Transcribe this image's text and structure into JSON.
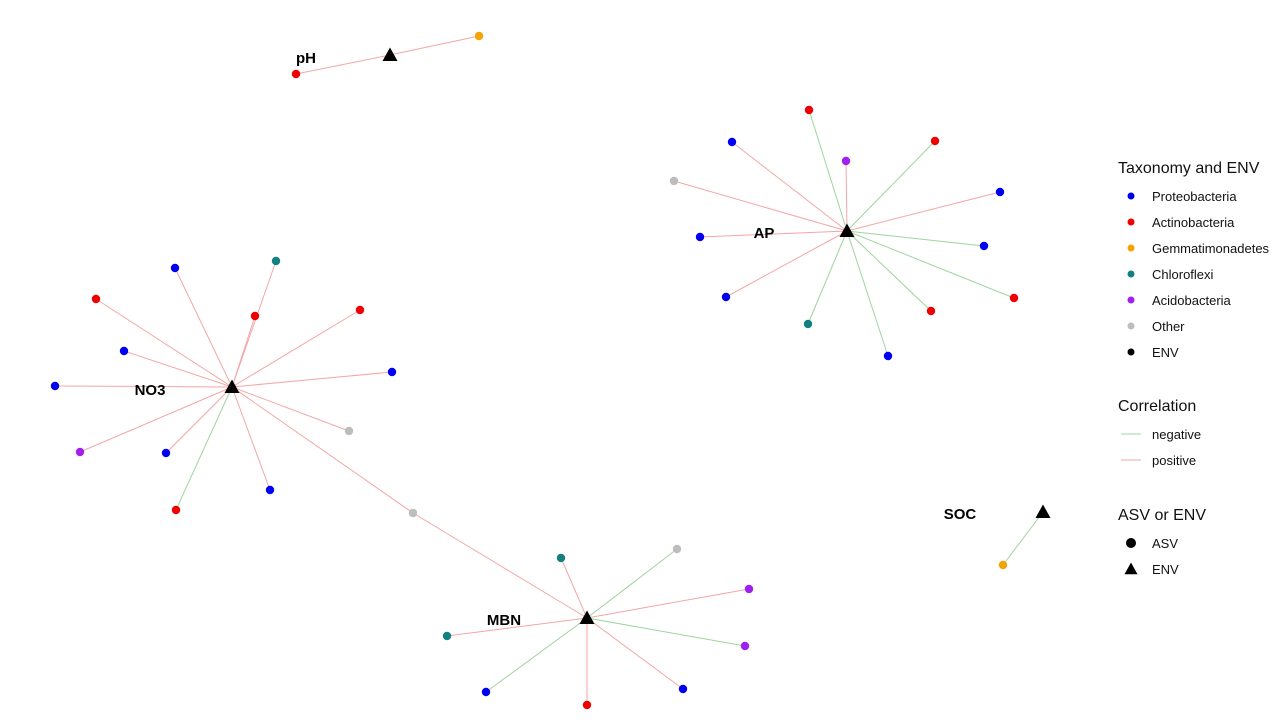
{
  "colors": {
    "Proteobacteria": "#0000ee",
    "Actinobacteria": "#ee0000",
    "Gemmatimonadetes": "#f5a300",
    "Chloroflexi": "#118080",
    "Acidobacteria": "#a020f0",
    "Other": "#bdbdbd",
    "ENV": "#000000",
    "negative": "#9fd49f",
    "positive": "#f4a6a6"
  },
  "env_nodes": [
    {
      "id": "pH",
      "label": "pH"
    },
    {
      "id": "AP",
      "label": "AP"
    },
    {
      "id": "NO3",
      "label": "NO3"
    },
    {
      "id": "SOC",
      "label": "SOC"
    },
    {
      "id": "MBN",
      "label": "MBN"
    }
  ],
  "asv_nodes": [
    {
      "id": "ph1",
      "taxon": "Actinobacteria",
      "edges": [
        {
          "env": "pH",
          "sign": "positive"
        }
      ]
    },
    {
      "id": "ph2",
      "taxon": "Gemmatimonadetes",
      "edges": [
        {
          "env": "pH",
          "sign": "positive"
        }
      ]
    },
    {
      "id": "ap1",
      "taxon": "Actinobacteria",
      "edges": [
        {
          "env": "AP",
          "sign": "negative"
        }
      ]
    },
    {
      "id": "ap2",
      "taxon": "Proteobacteria",
      "edges": [
        {
          "env": "AP",
          "sign": "positive"
        }
      ]
    },
    {
      "id": "ap3",
      "taxon": "Acidobacteria",
      "edges": [
        {
          "env": "AP",
          "sign": "positive"
        }
      ]
    },
    {
      "id": "ap4",
      "taxon": "Actinobacteria",
      "edges": [
        {
          "env": "AP",
          "sign": "negative"
        }
      ]
    },
    {
      "id": "ap5",
      "taxon": "Other",
      "edges": [
        {
          "env": "AP",
          "sign": "positive"
        }
      ]
    },
    {
      "id": "ap6",
      "taxon": "Proteobacteria",
      "edges": [
        {
          "env": "AP",
          "sign": "positive"
        }
      ]
    },
    {
      "id": "ap7",
      "taxon": "Proteobacteria",
      "edges": [
        {
          "env": "AP",
          "sign": "positive"
        }
      ]
    },
    {
      "id": "ap8",
      "taxon": "Proteobacteria",
      "edges": [
        {
          "env": "AP",
          "sign": "negative"
        }
      ]
    },
    {
      "id": "ap9",
      "taxon": "Proteobacteria",
      "edges": [
        {
          "env": "AP",
          "sign": "positive"
        }
      ]
    },
    {
      "id": "ap10",
      "taxon": "Actinobacteria",
      "edges": [
        {
          "env": "AP",
          "sign": "negative"
        }
      ]
    },
    {
      "id": "ap11",
      "taxon": "Chloroflexi",
      "edges": [
        {
          "env": "AP",
          "sign": "negative"
        }
      ]
    },
    {
      "id": "ap12",
      "taxon": "Actinobacteria",
      "edges": [
        {
          "env": "AP",
          "sign": "negative"
        }
      ]
    },
    {
      "id": "ap13",
      "taxon": "Proteobacteria",
      "edges": [
        {
          "env": "AP",
          "sign": "negative"
        }
      ]
    },
    {
      "id": "no1",
      "taxon": "Proteobacteria",
      "edges": [
        {
          "env": "NO3",
          "sign": "positive"
        }
      ]
    },
    {
      "id": "no2",
      "taxon": "Chloroflexi",
      "edges": [
        {
          "env": "NO3",
          "sign": "positive"
        }
      ]
    },
    {
      "id": "no3",
      "taxon": "Actinobacteria",
      "edges": [
        {
          "env": "NO3",
          "sign": "positive"
        }
      ]
    },
    {
      "id": "no4",
      "taxon": "Actinobacteria",
      "edges": [
        {
          "env": "NO3",
          "sign": "positive"
        }
      ]
    },
    {
      "id": "no5",
      "taxon": "Actinobacteria",
      "edges": [
        {
          "env": "NO3",
          "sign": "positive"
        }
      ]
    },
    {
      "id": "no6",
      "taxon": "Proteobacteria",
      "edges": [
        {
          "env": "NO3",
          "sign": "positive"
        }
      ]
    },
    {
      "id": "no7",
      "taxon": "Proteobacteria",
      "edges": [
        {
          "env": "NO3",
          "sign": "positive"
        }
      ]
    },
    {
      "id": "no8",
      "taxon": "Proteobacteria",
      "edges": [
        {
          "env": "NO3",
          "sign": "positive"
        }
      ]
    },
    {
      "id": "no9",
      "taxon": "Other",
      "edges": [
        {
          "env": "NO3",
          "sign": "positive"
        }
      ]
    },
    {
      "id": "no10",
      "taxon": "Acidobacteria",
      "edges": [
        {
          "env": "NO3",
          "sign": "positive"
        }
      ]
    },
    {
      "id": "no11",
      "taxon": "Proteobacteria",
      "edges": [
        {
          "env": "NO3",
          "sign": "positive"
        }
      ]
    },
    {
      "id": "no12",
      "taxon": "Proteobacteria",
      "edges": [
        {
          "env": "NO3",
          "sign": "positive"
        }
      ]
    },
    {
      "id": "no13",
      "taxon": "Actinobacteria",
      "edges": [
        {
          "env": "NO3",
          "sign": "negative"
        }
      ]
    },
    {
      "id": "br1",
      "taxon": "Other",
      "edges": [
        {
          "env": "NO3",
          "sign": "positive"
        },
        {
          "env": "MBN",
          "sign": "positive"
        }
      ]
    },
    {
      "id": "so1",
      "taxon": "Gemmatimonadetes",
      "edges": [
        {
          "env": "SOC",
          "sign": "negative"
        }
      ]
    },
    {
      "id": "mb1",
      "taxon": "Chloroflexi",
      "edges": [
        {
          "env": "MBN",
          "sign": "positive"
        }
      ]
    },
    {
      "id": "mb2",
      "taxon": "Other",
      "edges": [
        {
          "env": "MBN",
          "sign": "negative"
        }
      ]
    },
    {
      "id": "mb3",
      "taxon": "Acidobacteria",
      "edges": [
        {
          "env": "MBN",
          "sign": "positive"
        }
      ]
    },
    {
      "id": "mb4",
      "taxon": "Chloroflexi",
      "edges": [
        {
          "env": "MBN",
          "sign": "positive"
        }
      ]
    },
    {
      "id": "mb5",
      "taxon": "Acidobacteria",
      "edges": [
        {
          "env": "MBN",
          "sign": "negative"
        }
      ]
    },
    {
      "id": "mb6",
      "taxon": "Proteobacteria",
      "edges": [
        {
          "env": "MBN",
          "sign": "negative"
        }
      ]
    },
    {
      "id": "mb7",
      "taxon": "Actinobacteria",
      "edges": [
        {
          "env": "MBN",
          "sign": "positive"
        }
      ]
    },
    {
      "id": "mb8",
      "taxon": "Proteobacteria",
      "edges": [
        {
          "env": "MBN",
          "sign": "positive"
        }
      ]
    }
  ],
  "legend": {
    "taxonomy": {
      "title": "Taxonomy and ENV",
      "items": [
        {
          "key": "Proteobacteria",
          "label": "Proteobacteria"
        },
        {
          "key": "Actinobacteria",
          "label": "Actinobacteria"
        },
        {
          "key": "Gemmatimonadetes",
          "label": "Gemmatimonadetes"
        },
        {
          "key": "Chloroflexi",
          "label": "Chloroflexi"
        },
        {
          "key": "Acidobacteria",
          "label": "Acidobacteria"
        },
        {
          "key": "Other",
          "label": "Other"
        },
        {
          "key": "ENV",
          "label": "ENV"
        }
      ]
    },
    "correlation": {
      "title": "Correlation",
      "items": [
        {
          "key": "negative",
          "label": "negative"
        },
        {
          "key": "positive",
          "label": "positive"
        }
      ]
    },
    "shape": {
      "title": "ASV or ENV",
      "items": [
        {
          "key": "circle",
          "label": "ASV"
        },
        {
          "key": "triangle",
          "label": "ENV"
        }
      ]
    }
  }
}
